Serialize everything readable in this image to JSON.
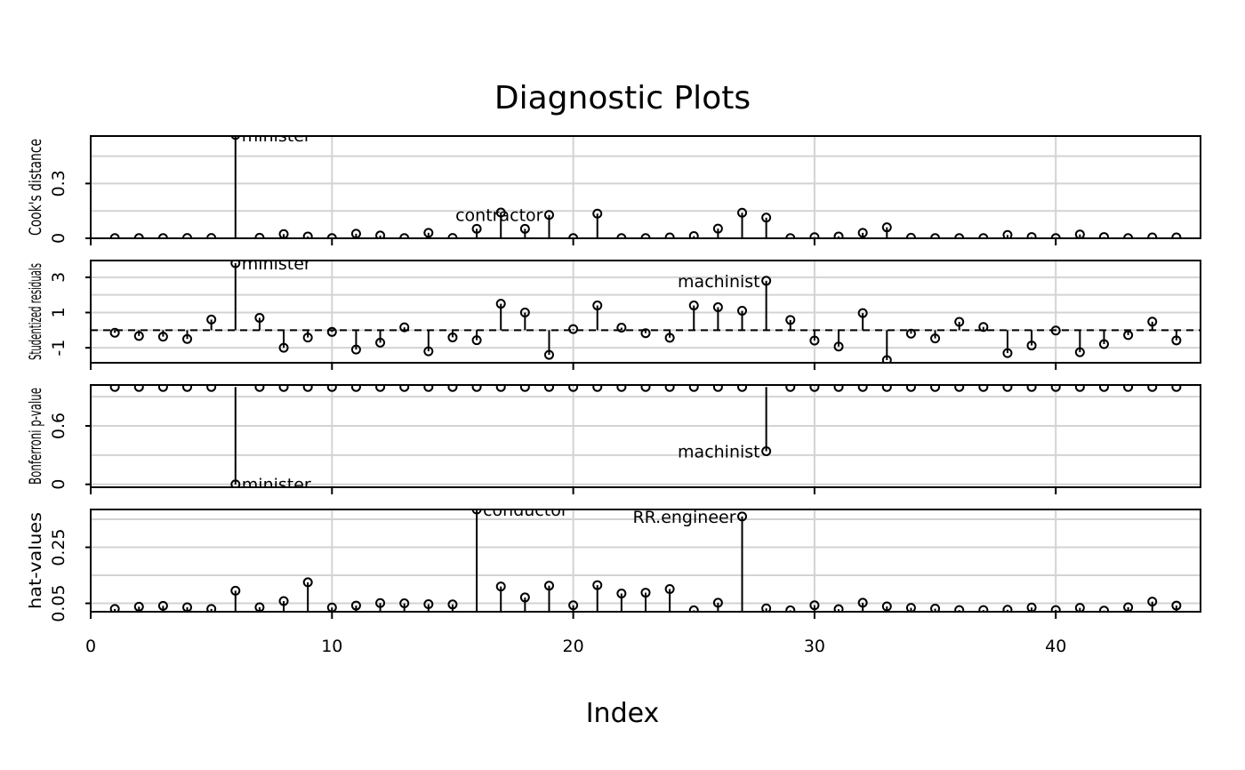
{
  "chart_data": {
    "type": "index-plot",
    "title": "Diagnostic Plots",
    "xlabel": "Index",
    "xlim": [
      0,
      46
    ],
    "x_ticks": [
      0,
      10,
      20,
      30,
      40
    ],
    "grid": true,
    "x": [
      1,
      2,
      3,
      4,
      5,
      6,
      7,
      8,
      9,
      10,
      11,
      12,
      13,
      14,
      15,
      16,
      17,
      18,
      19,
      20,
      21,
      22,
      23,
      24,
      25,
      26,
      27,
      28,
      29,
      30,
      31,
      32,
      33,
      34,
      35,
      36,
      37,
      38,
      39,
      40,
      41,
      42,
      43,
      44,
      45
    ],
    "panels": [
      {
        "ylabel": "Cook's distance",
        "ylim": [
          0,
          0.56
        ],
        "y_ticks": [
          0.0,
          0.3
        ],
        "baseline": 0,
        "ref_line": null,
        "values": [
          0.001,
          0.001,
          0.001,
          0.002,
          0.002,
          0.566,
          0.003,
          0.023,
          0.01,
          0.001,
          0.025,
          0.015,
          0.001,
          0.03,
          0.002,
          0.052,
          0.141,
          0.052,
          0.128,
          0.001,
          0.135,
          0.001,
          0.001,
          0.005,
          0.012,
          0.053,
          0.14,
          0.113,
          0.001,
          0.006,
          0.01,
          0.03,
          0.06,
          0.003,
          0.001,
          0.001,
          0.001,
          0.018,
          0.007,
          0.001,
          0.021,
          0.007,
          0.001,
          0.005,
          0.005
        ],
        "labels": [
          {
            "index": 6,
            "text": "minister",
            "side": "right"
          },
          {
            "index": 19,
            "text": "contractor",
            "side": "left"
          },
          {
            "index": 19,
            "text": "contractor",
            "side": "right"
          }
        ]
      },
      {
        "ylabel": "Studentized residuals",
        "ylim": [
          -1.85,
          3.95
        ],
        "y_ticks": [
          -1,
          1,
          3
        ],
        "baseline": 0,
        "ref_line": 0,
        "values": [
          -0.15,
          -0.33,
          -0.37,
          -0.5,
          0.6,
          3.8,
          0.7,
          -1.0,
          -0.42,
          -0.1,
          -1.1,
          -0.71,
          0.16,
          -1.2,
          -0.41,
          -0.57,
          1.5,
          1.0,
          -1.4,
          0.06,
          1.4,
          0.14,
          -0.17,
          -0.43,
          1.4,
          1.3,
          1.1,
          2.8,
          0.58,
          -0.59,
          -0.93,
          0.97,
          -1.7,
          -0.2,
          -0.47,
          0.47,
          0.18,
          -1.3,
          -0.87,
          -0.02,
          -1.25,
          -0.79,
          -0.28,
          0.48,
          -0.58
        ],
        "labels": [
          {
            "index": 6,
            "text": "minister",
            "side": "right"
          },
          {
            "index": 28,
            "text": "machinist",
            "side": "left"
          }
        ]
      },
      {
        "ylabel": "Bonferroni p-value",
        "ylim": [
          -0.03,
          1.02
        ],
        "y_ticks": [
          0.0,
          0.6
        ],
        "baseline": 1,
        "ref_line": null,
        "values": [
          1,
          1,
          1,
          1,
          1,
          0.0,
          1,
          1,
          1,
          1,
          1,
          1,
          1,
          1,
          1,
          1,
          1,
          1,
          1,
          1,
          1,
          1,
          1,
          1,
          1,
          1,
          1,
          0.34,
          1,
          1,
          1,
          1,
          1,
          1,
          1,
          1,
          1,
          1,
          1,
          1,
          1,
          1,
          1,
          1,
          1
        ],
        "labels": [
          {
            "index": 6,
            "text": "minister",
            "side": "right"
          },
          {
            "index": 28,
            "text": "machinist",
            "side": "left"
          }
        ]
      },
      {
        "ylabel": "hat-values",
        "ylim": [
          0.02,
          0.385
        ],
        "y_ticks": [
          0.05,
          0.25
        ],
        "baseline": 0.02,
        "ref_line": null,
        "values": [
          0.03,
          0.038,
          0.041,
          0.036,
          0.03,
          0.095,
          0.036,
          0.058,
          0.125,
          0.035,
          0.042,
          0.051,
          0.05,
          0.047,
          0.046,
          0.385,
          0.11,
          0.071,
          0.113,
          0.043,
          0.115,
          0.085,
          0.088,
          0.101,
          0.025,
          0.052,
          0.36,
          0.032,
          0.025,
          0.043,
          0.029,
          0.052,
          0.039,
          0.034,
          0.031,
          0.026,
          0.026,
          0.027,
          0.035,
          0.026,
          0.034,
          0.024,
          0.036,
          0.056,
          0.042
        ],
        "labels": [
          {
            "index": 16,
            "text": "conductor",
            "side": "right"
          },
          {
            "index": 27,
            "text": "RR.engineer",
            "side": "left"
          }
        ]
      }
    ]
  }
}
